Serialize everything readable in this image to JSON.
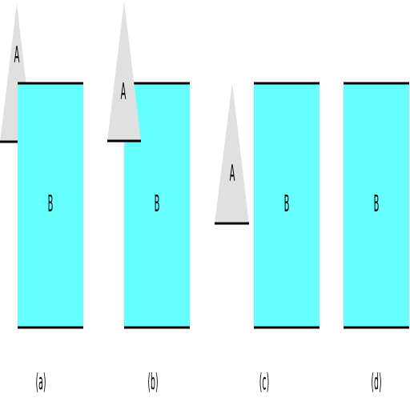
{
  "colors": {
    "rect_fill": "#66ffff",
    "triangle_fill": "#e0e0e0",
    "edge": "#000000",
    "background": "#ffffff"
  },
  "panels": [
    {
      "caption": "(a)",
      "triangle_label": "A",
      "rect_label": "B",
      "has_triangle": true
    },
    {
      "caption": "(b)",
      "triangle_label": "A",
      "rect_label": "B",
      "has_triangle": true
    },
    {
      "caption": "(c)",
      "triangle_label": "A",
      "rect_label": "B",
      "has_triangle": true
    },
    {
      "caption": "(d)",
      "triangle_label": "",
      "rect_label": "B",
      "has_triangle": false
    }
  ]
}
